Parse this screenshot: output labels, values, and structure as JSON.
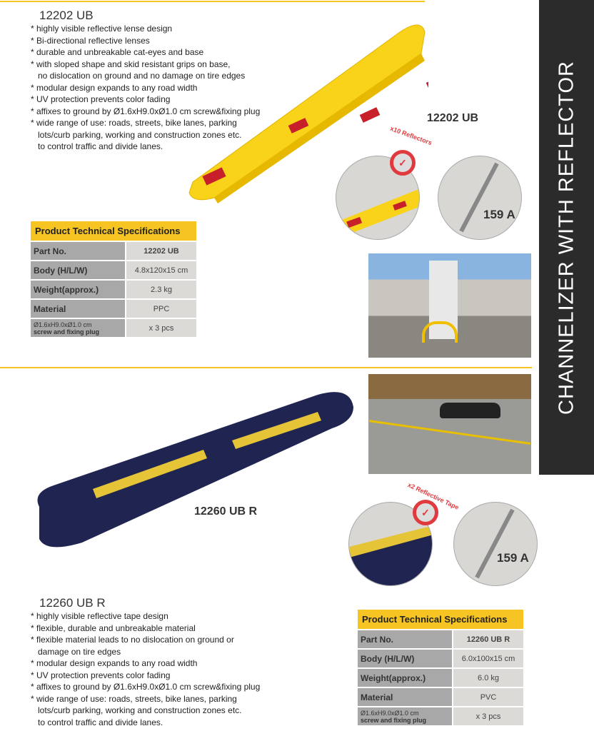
{
  "sidebar_title": "CHANNELIZER WITH REFLECTOR",
  "product1": {
    "title": "12202 UB",
    "label": "12202 UB",
    "bullets": [
      "* highly visible reflective lense design",
      "* Bi-directional reflective lenses",
      "* durable and unbreakable cat-eyes and base",
      "* with sloped shape and skid resistant grips on base,",
      "   no dislocation on ground and no damage on tire edges",
      "* modular design expands to any road width",
      "* UV protection prevents color fading",
      "* affixes to ground by Ø1.6xH9.0xØ1.0 cm screw&fixing plug",
      "* wide range of use: roads, streets, bike lanes, parking",
      "   lots/curb parking, working and construction zones etc.",
      "   to control traffic and divide lanes."
    ],
    "badge": "x10 Reflectors",
    "screw_label": "159 A",
    "spec_header": "Product Technical Specifications",
    "specs": [
      {
        "k": "Part No.",
        "v": "12202 UB"
      },
      {
        "k": "Body (H/L/W)",
        "v": "4.8x120x15 cm"
      },
      {
        "k": "Weight(approx.)",
        "v": "2.3 kg"
      },
      {
        "k": "Material",
        "v": "PPC"
      }
    ],
    "screw_spec": {
      "k1": "Ø1.6xH9.0xØ1.0 cm",
      "k2": "screw and fixing plug",
      "v": "x 3 pcs"
    }
  },
  "product2": {
    "title": "12260 UB R",
    "label": "12260 UB R",
    "bullets": [
      "* highly visible reflective tape design",
      "* flexible, durable and unbreakable material",
      "* flexible material leads to no dislocation on ground or",
      "   damage on tire edges",
      "* modular design expands to any road width",
      "* UV protection prevents color fading",
      "* affixes to ground by Ø1.6xH9.0xØ1.0 cm screw&fixing plug",
      "* wide range of use: roads, streets, bike lanes, parking",
      "   lots/curb parking, working and construction zones etc.",
      "   to control traffic and divide lanes."
    ],
    "badge": "x2 Reflective Tape",
    "screw_label": "159 A",
    "spec_header": "Product Technical Specifications",
    "specs": [
      {
        "k": "Part No.",
        "v": "12260 UB R"
      },
      {
        "k": "Body (H/L/W)",
        "v": "6.0x100x15 cm"
      },
      {
        "k": "Weight(approx.)",
        "v": "6.0 kg"
      },
      {
        "k": "Material",
        "v": "PVC"
      }
    ],
    "screw_spec": {
      "k1": "Ø1.6xH9.0xØ1.0 cm",
      "k2": "screw and fixing plug",
      "v": "x 3 pcs"
    }
  }
}
